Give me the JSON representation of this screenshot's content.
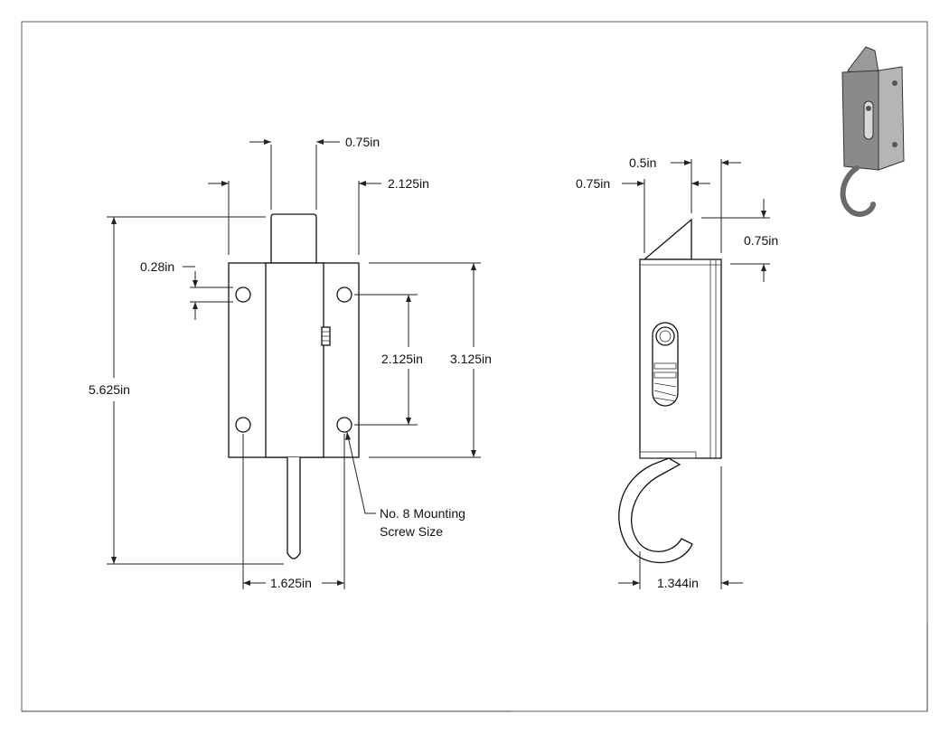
{
  "drawing": {
    "front_view": {
      "dim_top_plunger_width": "0.75in",
      "dim_overall_width": "2.125in",
      "dim_hole_offset": "0.28in",
      "dim_hole_spacing": "2.125in",
      "dim_body_height": "3.125in",
      "dim_overall_height": "5.625in",
      "dim_bottom_width": "1.625in",
      "note_line1": "No. 8 Mounting",
      "note_line2": "Screw Size"
    },
    "side_view": {
      "dim_tip_width": "0.5in",
      "dim_left_offset": "0.75in",
      "dim_tip_height": "0.75in",
      "dim_hook_width": "1.344in"
    },
    "colors": {
      "line": "#222222",
      "iso_body": "#8a8a8a",
      "iso_dark": "#555555"
    }
  }
}
